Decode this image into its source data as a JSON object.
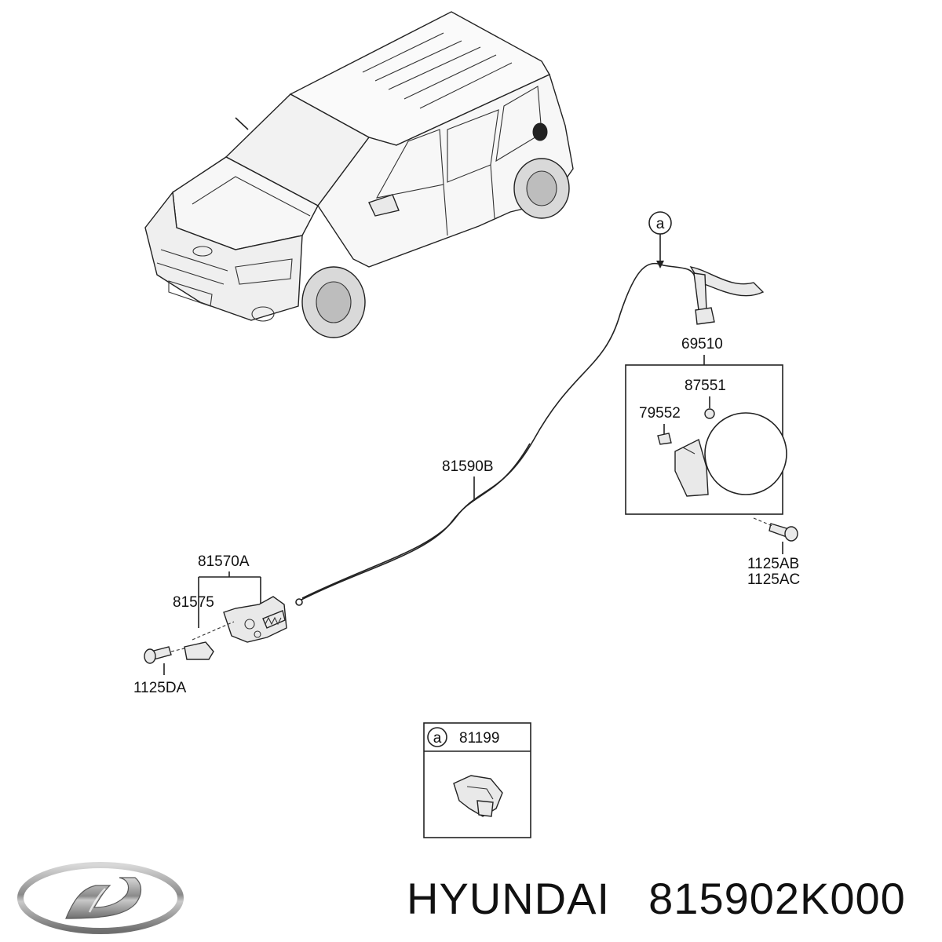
{
  "callout": {
    "letter": "a"
  },
  "parts": {
    "p69510": "69510",
    "p87551": "87551",
    "p79552": "79552",
    "p81590B": "81590B",
    "p81570A": "81570A",
    "p81575": "81575",
    "p1125DA": "1125DA",
    "p1125AB": "1125AB",
    "p1125AC": "1125AC",
    "p81199": "81199"
  },
  "footer": {
    "brand": "HYUNDAI",
    "part_number": "815902K000"
  }
}
